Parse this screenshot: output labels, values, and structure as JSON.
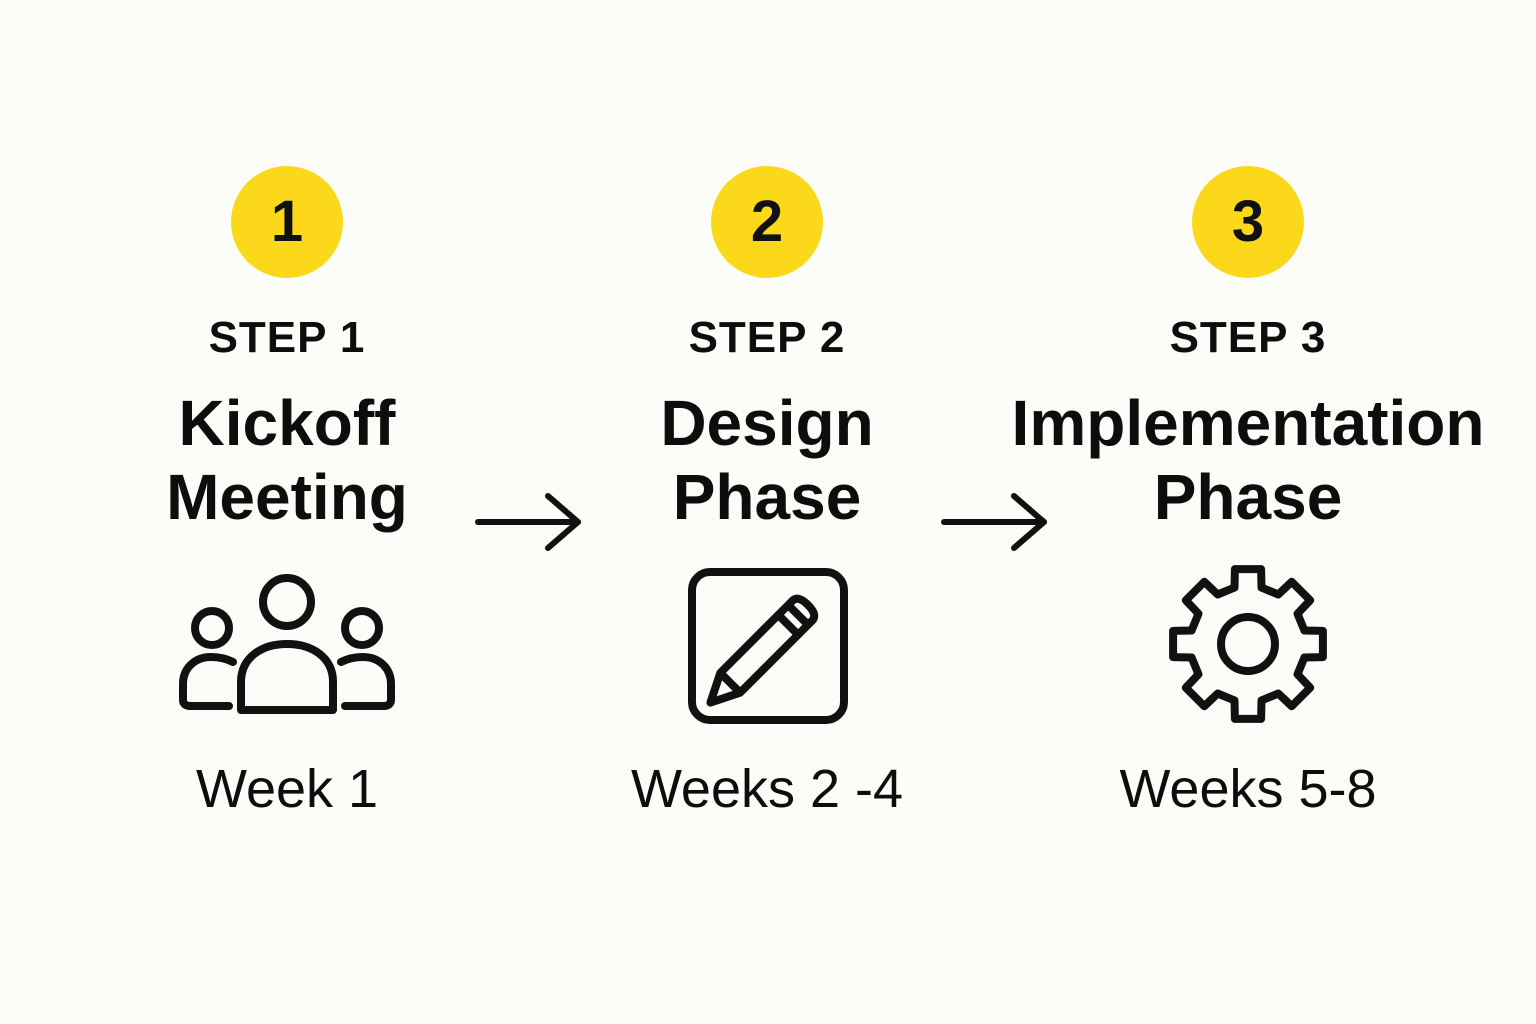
{
  "theme": {
    "badge_color": "#fbd91a",
    "ink_color": "#111111",
    "background": "#fcfcf9"
  },
  "steps": [
    {
      "badge": "1",
      "label": "STEP 1",
      "title_lines": [
        "Kickoff",
        "Meeting"
      ],
      "icon": "team-icon",
      "duration": "Week 1"
    },
    {
      "badge": "2",
      "label": "STEP 2",
      "title_lines": [
        "Design",
        "Phase"
      ],
      "icon": "pencil-square-icon",
      "duration": "Weeks 2 -4"
    },
    {
      "badge": "3",
      "label": "STEP 3",
      "title_lines": [
        "Implementation",
        "Phase"
      ],
      "icon": "gear-icon",
      "duration": "Weeks 5-8"
    }
  ],
  "connectors": [
    {
      "icon": "arrow-right-icon"
    },
    {
      "icon": "arrow-right-icon"
    }
  ]
}
